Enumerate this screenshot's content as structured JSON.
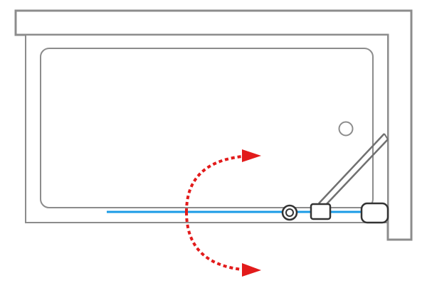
{
  "diagram": {
    "kind": "bathtub-screen-plan-view",
    "colors": {
      "outline": "#8c8c8c",
      "outline_dark": "#707070",
      "glass": "#1a9be6",
      "arrow": "#e21b1b",
      "hardware": "#333333",
      "background": "#ffffff"
    },
    "icons": {
      "drain": "drain-icon",
      "hinge_knob": "hinge-knob-icon",
      "clamp": "clamp-icon",
      "wall_profile": "wall-profile-icon"
    },
    "swing": {
      "directions": [
        "outward",
        "inward"
      ],
      "style": "dotted-arc-with-arrowhead"
    }
  }
}
